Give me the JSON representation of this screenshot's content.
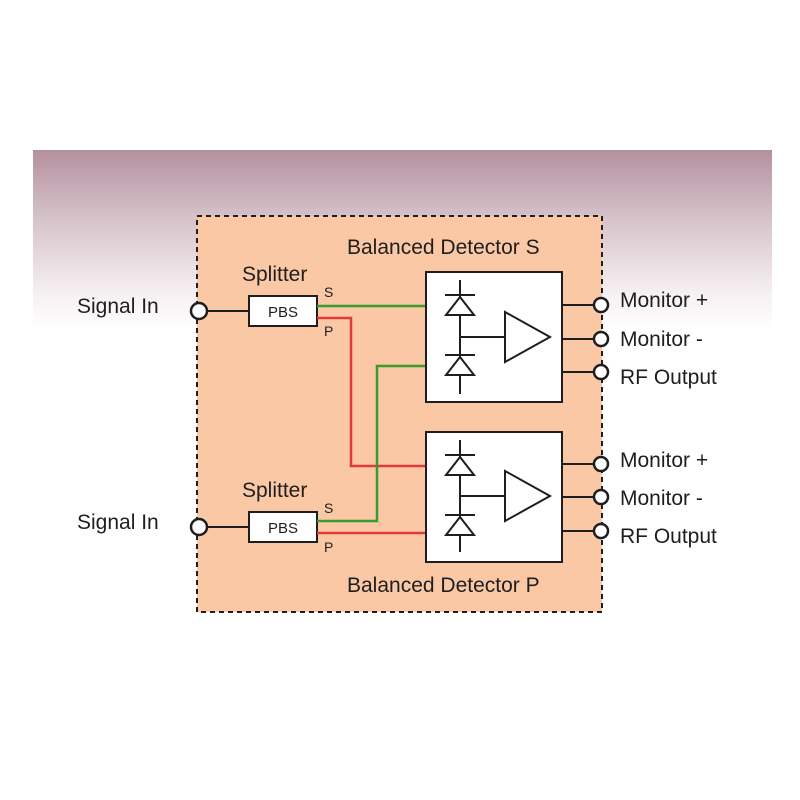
{
  "colors": {
    "background_band_top": "#b4909e",
    "enclosure_fill": "#fbc8a6",
    "s_line": "#3a9a2a",
    "p_line": "#e23a3a",
    "stroke": "#1e1e1e"
  },
  "enclosure": {
    "title_top": "Balanced Detector S",
    "title_bottom": "Balanced Detector P"
  },
  "channels": [
    {
      "input_label": "Signal In",
      "splitter_label": "Splitter",
      "pbs_label": "PBS",
      "s_port": "S",
      "p_port": "P",
      "outputs": [
        "Monitor +",
        "Monitor -",
        "RF Output"
      ]
    },
    {
      "input_label": "Signal In",
      "splitter_label": "Splitter",
      "pbs_label": "PBS",
      "s_port": "S",
      "p_port": "P",
      "outputs": [
        "Monitor +",
        "Monitor -",
        "RF Output"
      ]
    }
  ],
  "icons": {
    "port": "open-circle-terminal",
    "photodiode": "photodiode-symbol",
    "amplifier": "amplifier-triangle"
  }
}
